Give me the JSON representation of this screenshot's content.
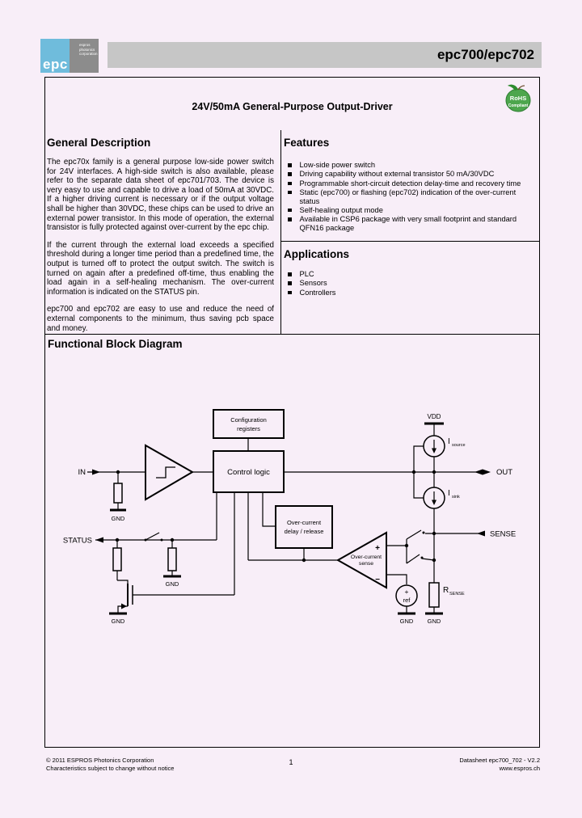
{
  "header": {
    "logo": {
      "epc": "epc",
      "company": [
        "espros",
        "photonics",
        "corporation"
      ]
    },
    "part_number": "epc700/epc702"
  },
  "title": "24V/50mA General-Purpose Output-Driver",
  "rohs": {
    "line1": "RoHS",
    "line2": "Compliant"
  },
  "general_description": {
    "heading": "General Description",
    "paragraphs": [
      "The epc70x family is a general purpose low-side power switch for 24V interfaces. A high-side switch is also available, please refer to the separate data sheet of epc701/703. The device is very easy to use and capable to drive a load of 50mA at 30VDC. If a higher driving current is necessary or if the output voltage shall be higher than 30VDC, these chips can be used to drive an external power transistor. In this mode of operation, the external transistor is fully protected against over-current by the epc chip.",
      "If the current through the external load exceeds a specified threshold during a longer time period than a predefined time, the output is turned off to protect the output switch. The switch is turned on again after a predefined off-time, thus enabling the load again in a self-healing mechanism. The over-current information is indicated on the STATUS pin.",
      "epc700 and epc702 are easy to use and reduce the need of external components to the minimum, thus saving pcb space and money."
    ]
  },
  "features": {
    "heading": "Features",
    "items": [
      "Low-side power switch",
      "Driving capability without external transistor 50 mA/30VDC",
      "Programmable short-circuit detection delay-time and recovery time",
      "Static (epc700) or flashing (epc702) indication of the over-current status",
      "Self-healing output mode",
      "Available in CSP6 package with very small footprint and standard QFN16 package"
    ]
  },
  "applications": {
    "heading": "Applications",
    "items": [
      "PLC",
      "Sensors",
      "Controllers"
    ]
  },
  "block_diagram": {
    "heading": "Functional Block Diagram",
    "labels": {
      "in": "IN",
      "out": "OUT",
      "status": "STATUS",
      "sense": "SENSE",
      "vdd": "VDD",
      "gnd": "GND",
      "config_line1": "Configuration",
      "config_line2": "registers",
      "control_logic": "Control logic",
      "oc_delay_line1": "Over-current",
      "oc_delay_line2": "delay / release",
      "oc_sense_line1": "Over-current",
      "oc_sense_line2": "sense",
      "plus": "+",
      "minus": "−",
      "i_symbol": "I",
      "i_source_sub": "source",
      "i_sink_sub": "sink",
      "r_symbol": "R",
      "r_sense_sub": "SENSE",
      "vref_plus": "+",
      "vref_label": "ref"
    }
  },
  "footer": {
    "copyright": "© 2011 ESPROS Photonics Corporation",
    "notice": "Characteristics subject to change without notice",
    "page": "1",
    "datasheet": "Datasheet epc700_702 - V2.2",
    "website": "www.espros.ch"
  }
}
